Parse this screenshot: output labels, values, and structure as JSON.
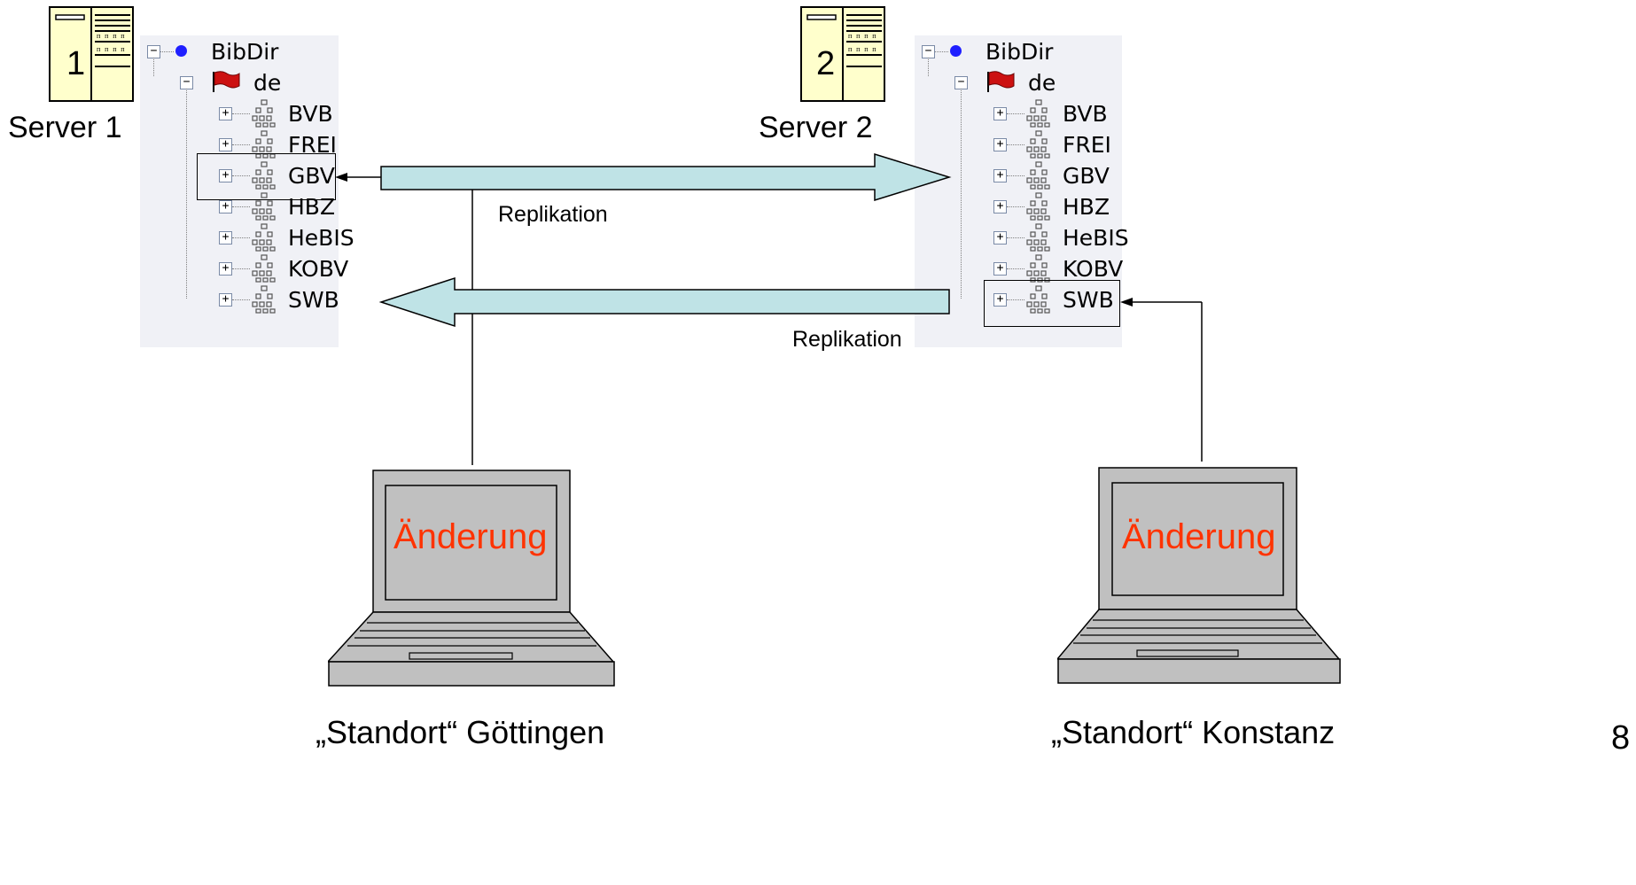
{
  "servers": [
    {
      "number": "1",
      "label": "Server 1"
    },
    {
      "number": "2",
      "label": "Server 2"
    }
  ],
  "tree": {
    "root": "BibDir",
    "country": "de",
    "nodes": [
      "BVB",
      "FREI",
      "GBV",
      "HBZ",
      "HeBIS",
      "KOBV",
      "SWB"
    ]
  },
  "replication_label": "Replikation",
  "change_label": "Änderung",
  "sites": [
    {
      "label": "„Standort“ Göttingen"
    },
    {
      "label": "„Standort“ Konstanz"
    }
  ],
  "page_number": "8",
  "colors": {
    "arrow_fill": "#bfe3e6",
    "change_text": "#ff3300",
    "server_fill": "#ffffcc",
    "flag": "#cc1111",
    "root_dot": "#1f1fff",
    "laptop_fill": "#c0c0c0"
  },
  "icons": {
    "root": "blue-dot-icon",
    "country": "red-flag-icon",
    "node": "org-tree-icon",
    "server": "server-tower-icon",
    "laptop": "laptop-icon"
  }
}
